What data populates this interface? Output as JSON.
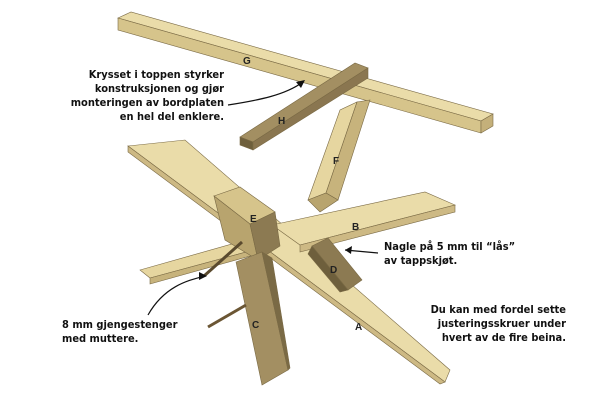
{
  "parts": {
    "a": "A",
    "b": "B",
    "c": "C",
    "d": "D",
    "e": "E",
    "f": "F",
    "g": "G",
    "h": "H"
  },
  "notes": {
    "top": "Krysset i toppen styrker\nkonstruksjonen og gjør\nmonteringen av bordplaten\nen hel del enklere.",
    "dowel": "Nagle på 5 mm til “lås”\nav tappskjøt.",
    "rods": "8 mm gjengestenger\nmed muttere.",
    "feet": "Du kan med fordel sette\njusteringsskruer under\nhvert av de fire beina."
  },
  "colors": {
    "wood_light": "#e8d9a6",
    "wood_mid": "#d2bf86",
    "wood_dark": "#8c7a52",
    "wood_darker": "#6e5f3c"
  }
}
